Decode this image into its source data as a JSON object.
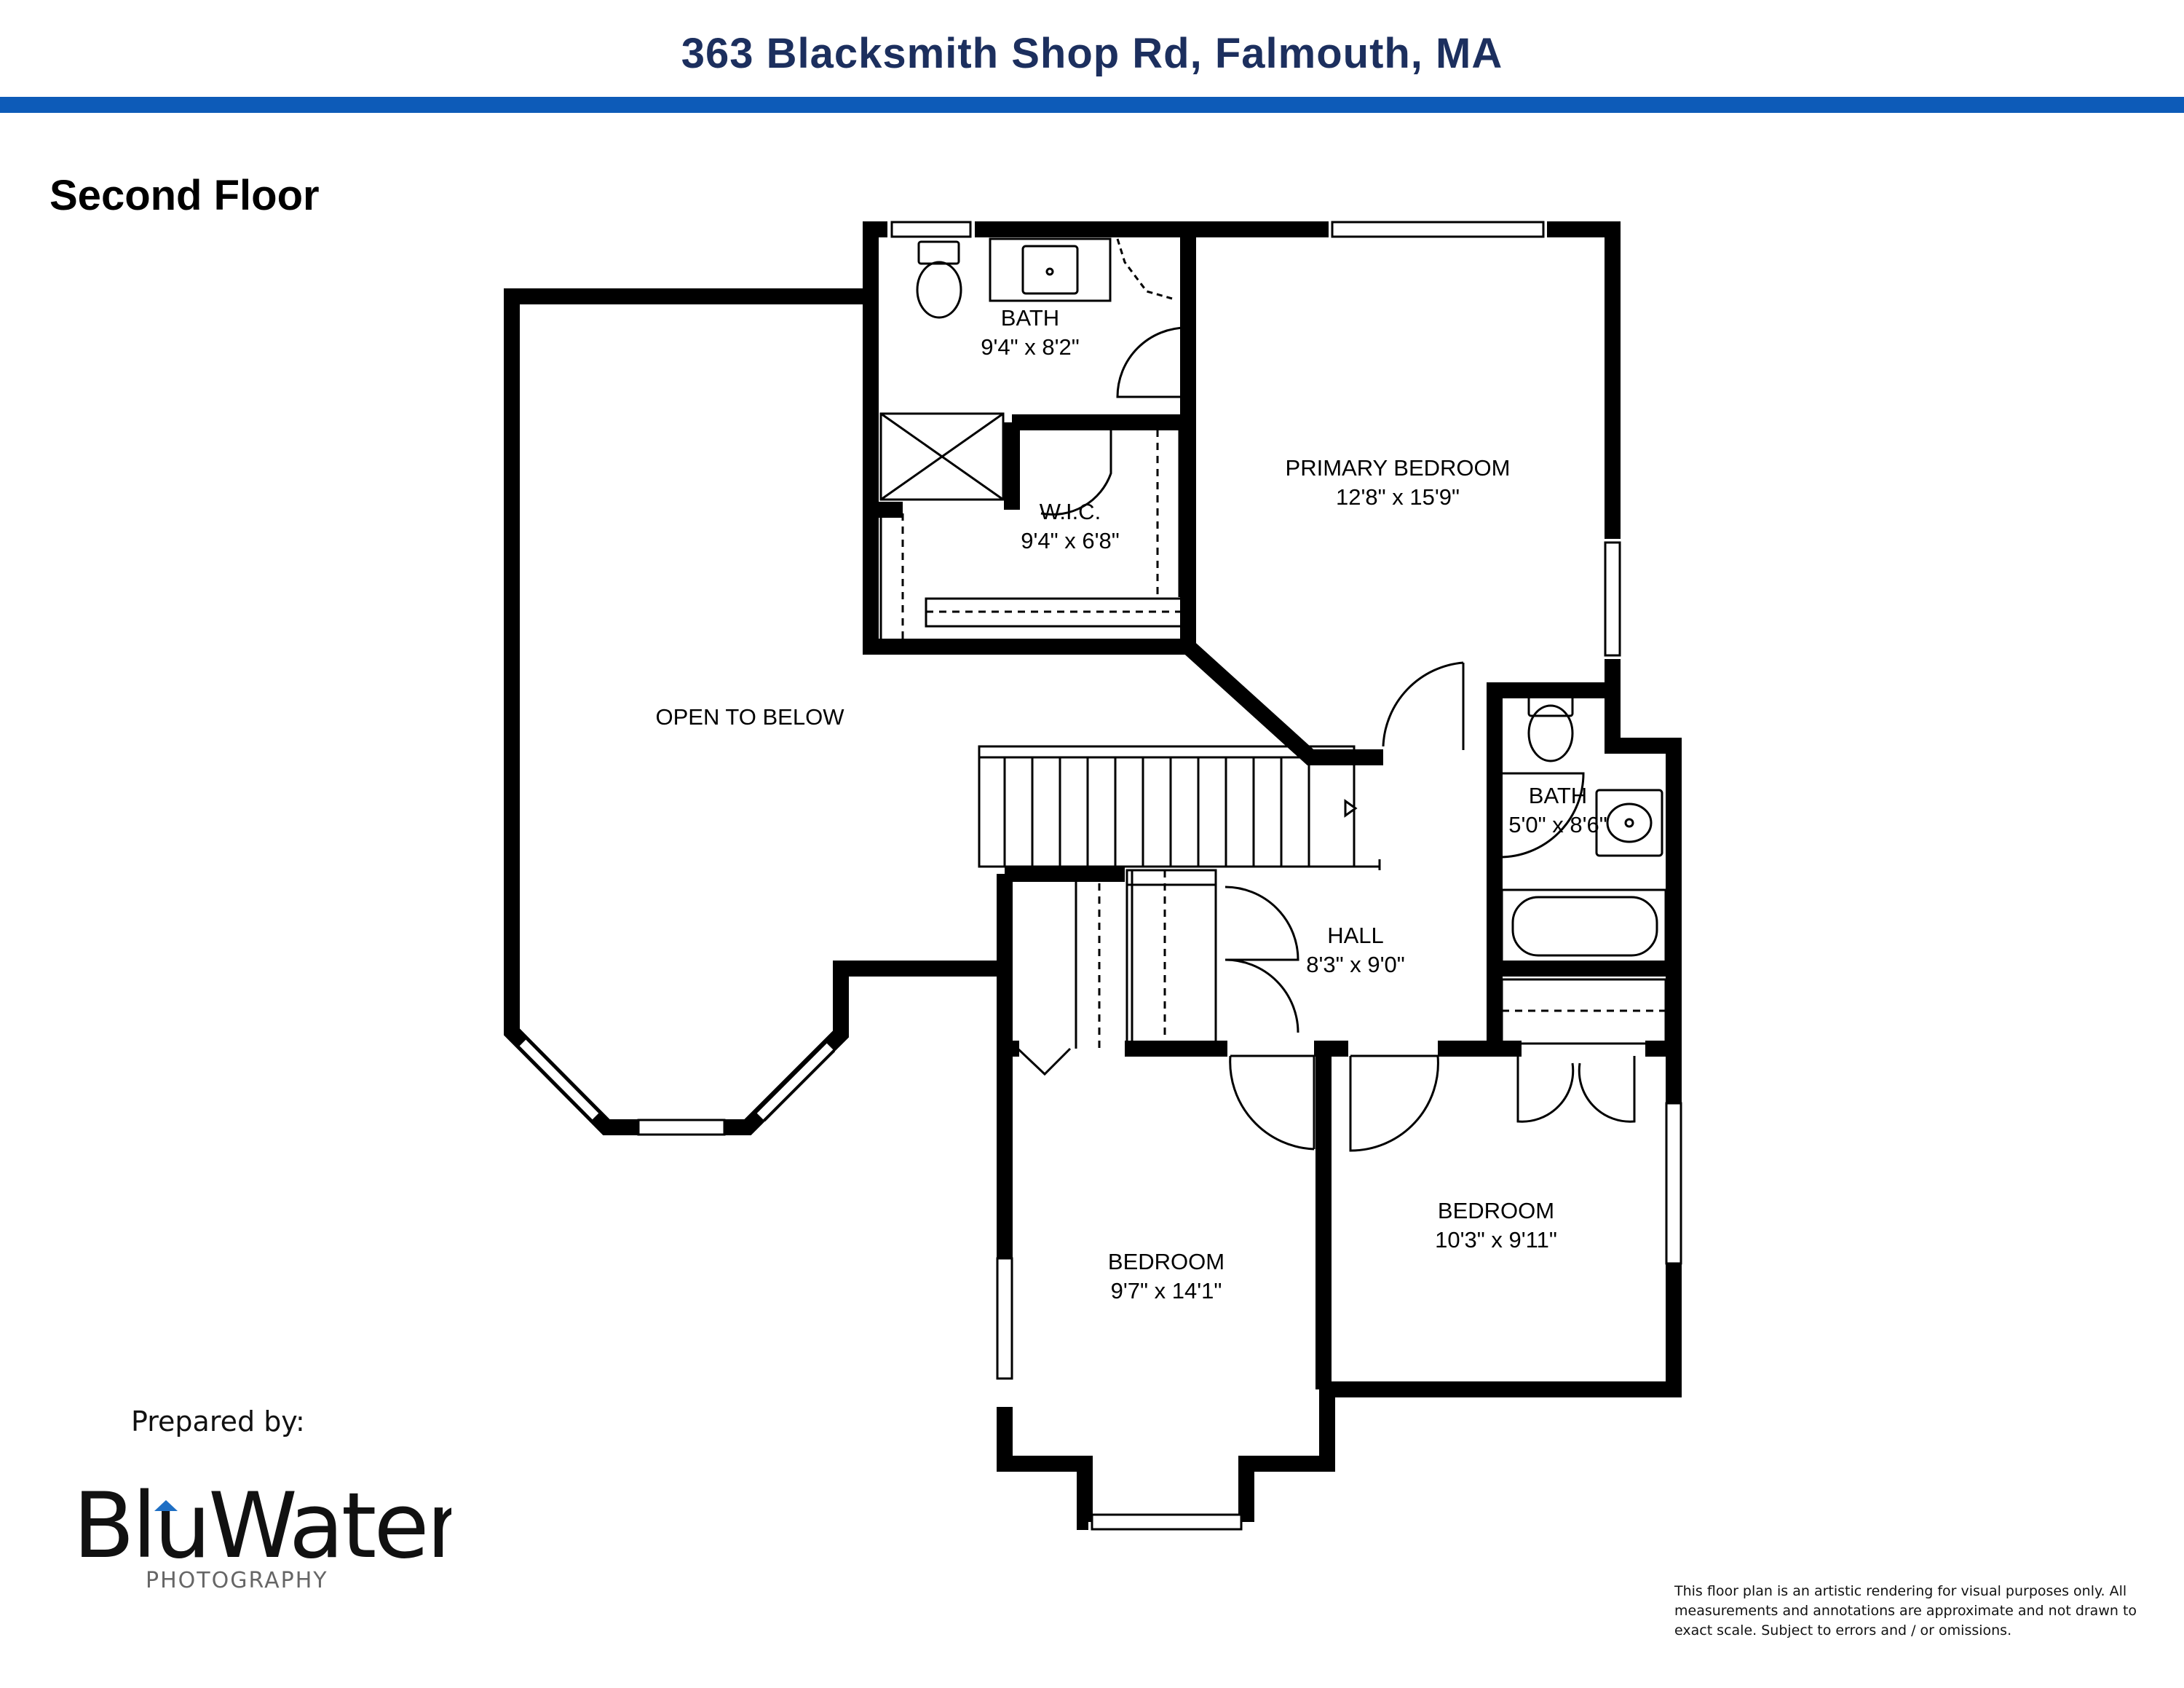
{
  "header": {
    "address": "363 Blacksmith Shop Rd, Falmouth, MA",
    "accent_color": "#0d5bb8",
    "title_color": "#1c2f5e"
  },
  "floor": {
    "title": "Second Floor"
  },
  "rooms": [
    {
      "label": "BATH",
      "dimensions": "9'4\" x 8'2\""
    },
    {
      "label": "PRIMARY BEDROOM",
      "dimensions": "12'8\" x 15'9\""
    },
    {
      "label": "W.I.C.",
      "dimensions": "9'4\" x 6'8\""
    },
    {
      "label": "OPEN TO BELOW",
      "dimensions": ""
    },
    {
      "label": "BATH",
      "dimensions": "5'0\" x 8'6\""
    },
    {
      "label": "HALL",
      "dimensions": "8'3\" x 9'0\""
    },
    {
      "label": "BEDROOM",
      "dimensions": "10'3\" x 9'11\""
    },
    {
      "label": "BEDROOM",
      "dimensions": "9'7\" x 14'1\""
    }
  ],
  "credits": {
    "prepared_by": "Prepared by:",
    "logo_main": "BluWater",
    "logo_sub": "PHOTOGRAPHY",
    "logo_accent": "#1f6fc4"
  },
  "disclaimer": "This floor plan is an artistic rendering for visual purposes only.  All measurements and annotations are approximate and not drawn to exact scale. Subject to errors and / or omissions."
}
